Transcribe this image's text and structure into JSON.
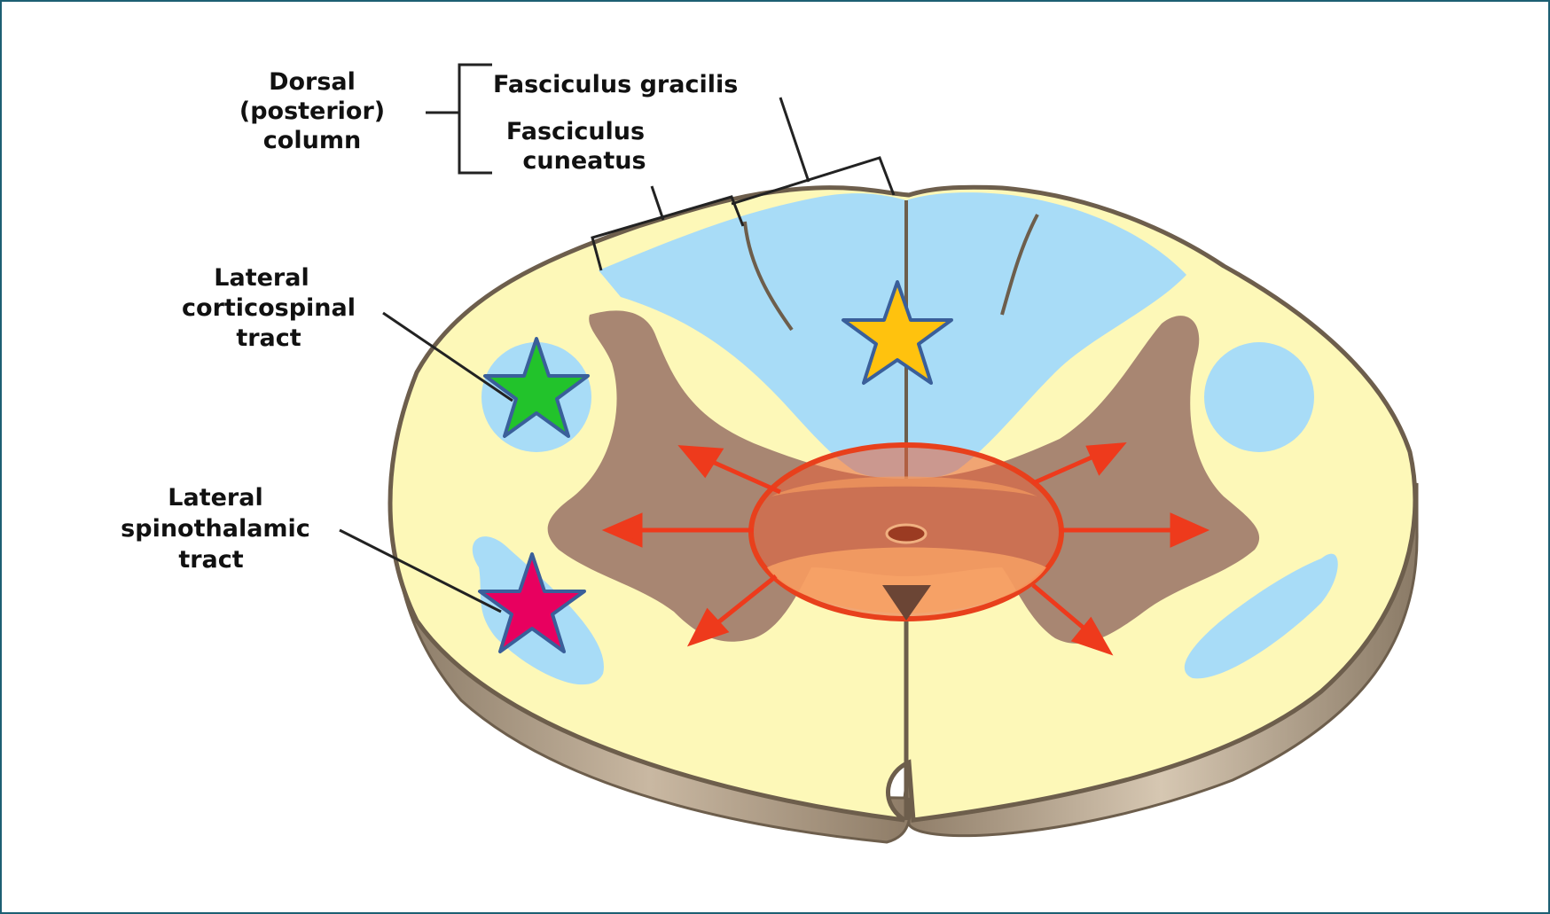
{
  "labels": {
    "dorsal_column": [
      "Dorsal",
      "(posterior)",
      "column"
    ],
    "fasciculus_gracilis": "Fasciculus gracilis",
    "fasciculus_cuneatus": [
      "Fasciculus",
      "cuneatus"
    ],
    "lateral_corticospinal": [
      "Lateral",
      "corticospinal",
      "tract"
    ],
    "lateral_spinothalamic": [
      "Lateral",
      "spinothalamic",
      "tract"
    ]
  },
  "colors": {
    "white_matter": "#fdf8b8",
    "dorsal_column": "#a8dcf7",
    "gray_matter": "#a88672",
    "lesion_fill": "#e8603a",
    "lesion_edge": "#e8401c",
    "arrow": "#ee3a1c",
    "frame": "#1d5f73",
    "star_dorsal": "#ffc20e",
    "star_corticospinal": "#22c32b",
    "star_spinothalamic": "#e8005f",
    "star_outline": "#3a5f9a"
  }
}
